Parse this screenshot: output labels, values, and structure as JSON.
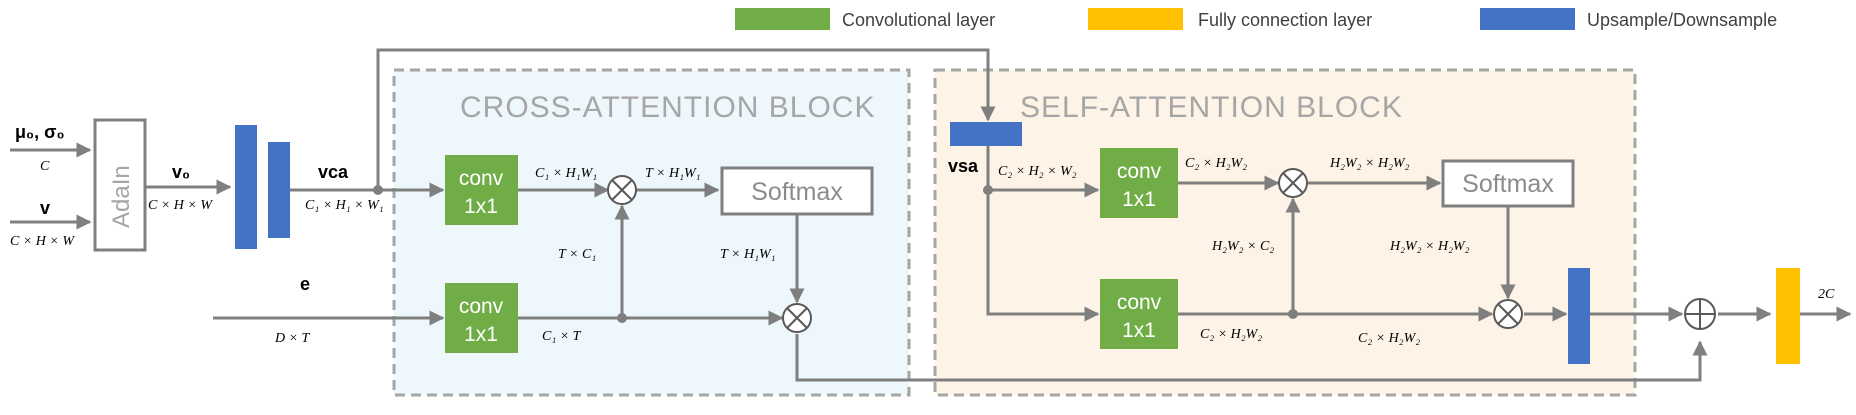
{
  "legend": [
    {
      "label": "Convolutional layer",
      "color": "#70ad47"
    },
    {
      "label": "Fully connection layer",
      "color": "#ffc000"
    },
    {
      "label": "Upsample/Downsample",
      "color": "#4472c4"
    }
  ],
  "colors": {
    "conv": "#70ad47",
    "fc": "#ffc000",
    "sample": "#4472c4",
    "cross_bg": "#eef7fc",
    "self_bg": "#fdf3e6",
    "line": "#7f7f7f",
    "border": "#a6a6a6"
  },
  "blocks": {
    "cross_title": "CROSS-ATTENTION BLOCK",
    "self_title": "SELF-ATTENTION BLOCK"
  },
  "inputs": {
    "mu_sigma": "μ₀, σ₀",
    "mu_sigma_dim": "C",
    "v": "v",
    "v_dim": "C × H × W",
    "adain": "AdaIn",
    "v0": "v₀",
    "v0_dim": "C × H × W",
    "vca": "vca",
    "vca_dim": "C₁ × H₁ × W₁",
    "e": "e",
    "e_dim": "D × T"
  },
  "cross": {
    "conv_top": [
      "conv",
      "1x1"
    ],
    "conv_bottom": [
      "conv",
      "1x1"
    ],
    "softmax": "Softmax",
    "dim_conv_top_out": "C₁ × H₁W₁",
    "dim_mult_out": "T × H₁W₁",
    "dim_vertical": "T × C₁",
    "dim_conv_bottom_out": "C₁ × T",
    "dim_softmax_out": "T × H₁W₁"
  },
  "self": {
    "vsa": "vsa",
    "dim_vsa": "C₂ × H₂ × W₂",
    "conv_top": [
      "conv",
      "1x1"
    ],
    "conv_bottom": [
      "conv",
      "1x1"
    ],
    "softmax": "Softmax",
    "dim_conv_top_out": "C₂ × H₂W₂",
    "dim_mult_out": "H₂W₂ × H₂W₂",
    "dim_vertical": "H₂W₂ × C₂",
    "dim_conv_bottom_out": "C₂ × H₂W₂",
    "dim_bottom_right": "C₂ × H₂W₂",
    "dim_softmax_out": "H₂W₂ × H₂W₂"
  },
  "output": {
    "dim": "2C"
  }
}
